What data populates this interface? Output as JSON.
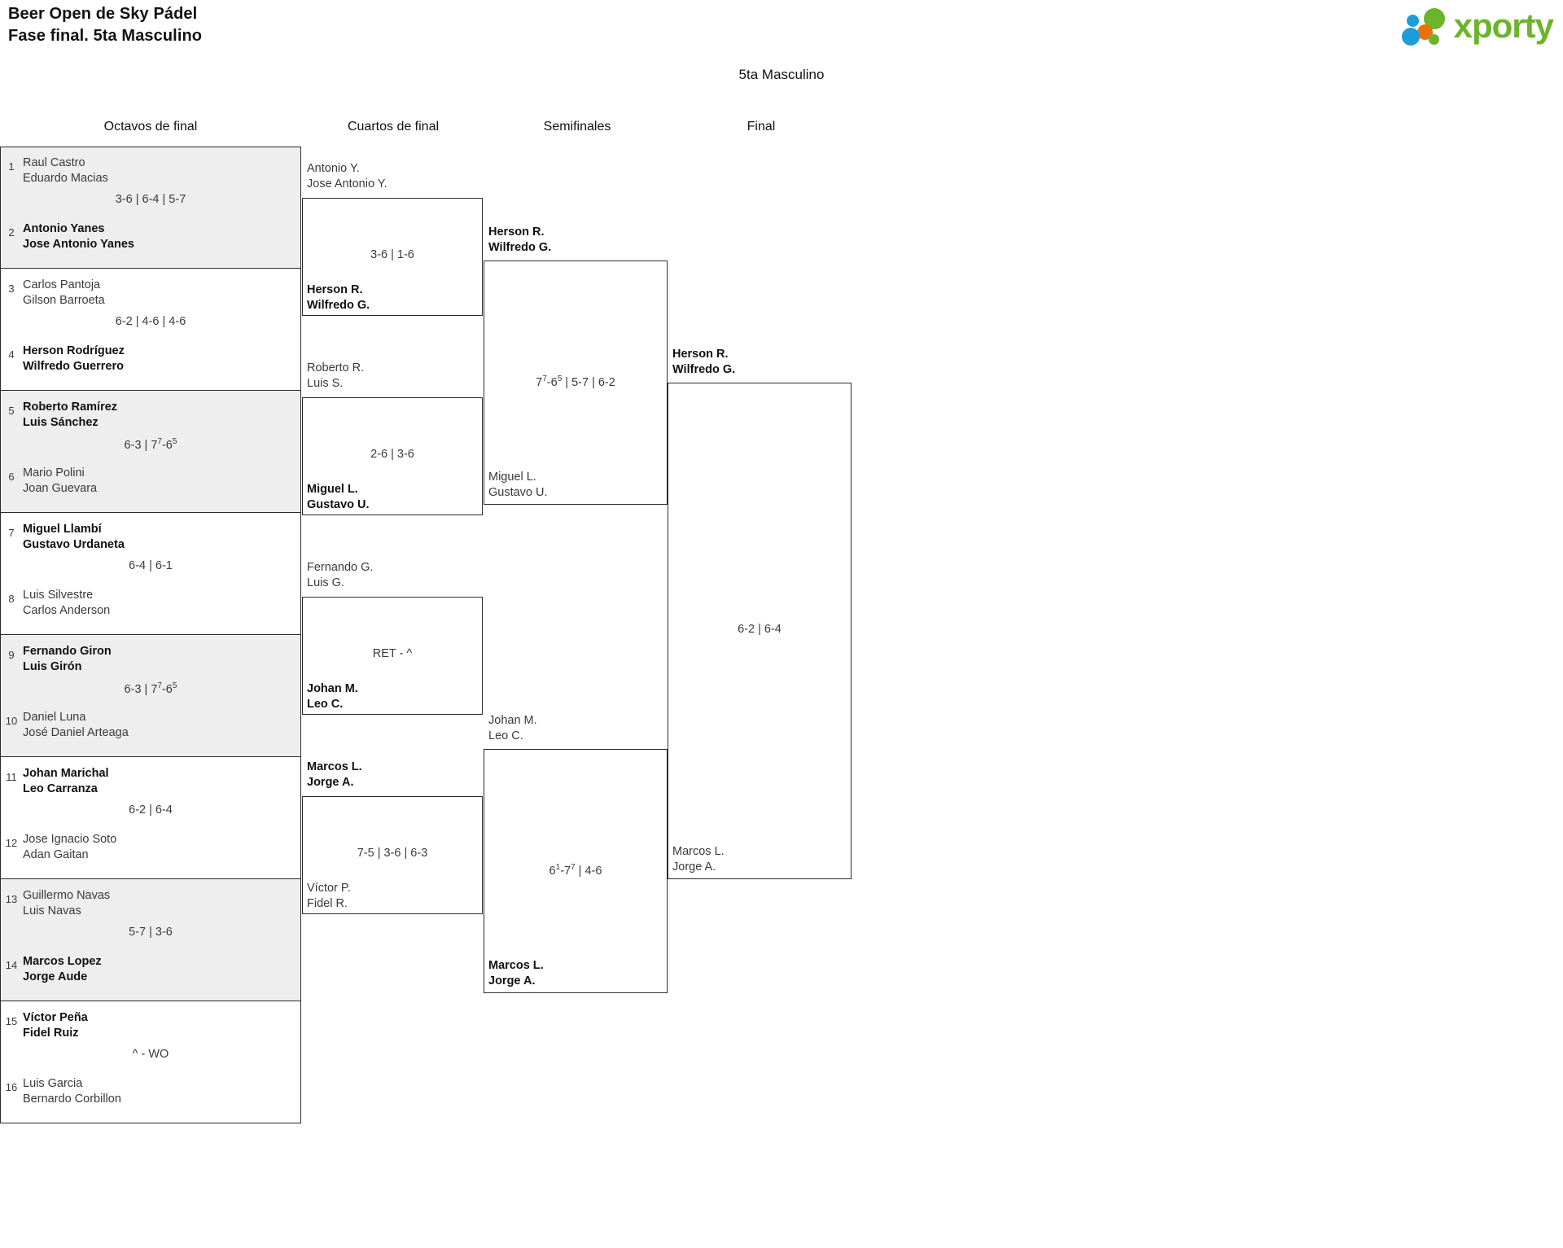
{
  "header": {
    "title_line1": "Beer Open de Sky Pádel",
    "title_line2": "Fase final. 5ta Masculino",
    "logo_word": "xporty",
    "category": "5ta Masculino"
  },
  "rounds": [
    {
      "label": "Octavos de final"
    },
    {
      "label": "Cuartos de final"
    },
    {
      "label": "Semifinales"
    },
    {
      "label": "Final"
    }
  ],
  "r16": [
    {
      "top": {
        "seed": "1",
        "p1": "Raul Castro",
        "p2": "Eduardo Macias",
        "winner": false
      },
      "bottom": {
        "seed": "2",
        "p1": "Antonio Yanes",
        "p2": "Jose Antonio Yanes",
        "winner": true
      },
      "score": "3-6 | 6-4 | 5-7"
    },
    {
      "top": {
        "seed": "3",
        "p1": "Carlos Pantoja",
        "p2": "Gilson Barroeta",
        "winner": false
      },
      "bottom": {
        "seed": "4",
        "p1": "Herson Rodríguez",
        "p2": "Wilfredo Guerrero",
        "winner": true
      },
      "score": "6-2 | 4-6 | 4-6"
    },
    {
      "top": {
        "seed": "5",
        "p1": "Roberto Ramírez",
        "p2": "Luis Sánchez",
        "winner": true
      },
      "bottom": {
        "seed": "6",
        "p1": "Mario Polini",
        "p2": "Joan Guevara",
        "winner": false
      },
      "score": "6-3 | 7<sup>7</sup>-6<sup>5</sup>"
    },
    {
      "top": {
        "seed": "7",
        "p1": "Miguel Llambí",
        "p2": "Gustavo Urdaneta",
        "winner": true
      },
      "bottom": {
        "seed": "8",
        "p1": "Luis Silvestre",
        "p2": "Carlos Anderson",
        "winner": false
      },
      "score": "6-4 | 6-1"
    },
    {
      "top": {
        "seed": "9",
        "p1": "Fernando Giron",
        "p2": "Luis Girón",
        "winner": true
      },
      "bottom": {
        "seed": "10",
        "p1": "Daniel Luna",
        "p2": "José Daniel Arteaga",
        "winner": false
      },
      "score": "6-3 | 7<sup>7</sup>-6<sup>5</sup>"
    },
    {
      "top": {
        "seed": "11",
        "p1": "Johan Marichal",
        "p2": "Leo Carranza",
        "winner": true
      },
      "bottom": {
        "seed": "12",
        "p1": "Jose Ignacio Soto",
        "p2": "Adan Gaitan",
        "winner": false
      },
      "score": "6-2 | 6-4"
    },
    {
      "top": {
        "seed": "13",
        "p1": "Guillermo Navas",
        "p2": "Luis Navas",
        "winner": false
      },
      "bottom": {
        "seed": "14",
        "p1": "Marcos Lopez",
        "p2": "Jorge Aude",
        "winner": true
      },
      "score": "5-7 | 3-6"
    },
    {
      "top": {
        "seed": "15",
        "p1": "Víctor Peña",
        "p2": "Fidel Ruiz",
        "winner": true
      },
      "bottom": {
        "seed": "16",
        "p1": "Luis Garcia",
        "p2": "Bernardo Corbillon",
        "winner": false
      },
      "score": "^ - WO"
    }
  ],
  "quarters": [
    {
      "top": {
        "p1": "Antonio Y.",
        "p2": "Jose Antonio Y.",
        "winner": false
      },
      "bottom": {
        "p1": "Herson R.",
        "p2": "Wilfredo G.",
        "winner": true
      },
      "score": "3-6 | 1-6"
    },
    {
      "top": {
        "p1": "Roberto R.",
        "p2": "Luis S.",
        "winner": false
      },
      "bottom": {
        "p1": "Miguel L.",
        "p2": "Gustavo U.",
        "winner": true
      },
      "score": "2-6 | 3-6"
    },
    {
      "top": {
        "p1": "Fernando G.",
        "p2": "Luis G.",
        "winner": false
      },
      "bottom": {
        "p1": "Johan M.",
        "p2": "Leo C.",
        "winner": true
      },
      "score": "RET - ^"
    },
    {
      "top": {
        "p1": "Marcos L.",
        "p2": "Jorge A.",
        "winner": true
      },
      "bottom": {
        "p1": "Víctor P.",
        "p2": "Fidel R.",
        "winner": false
      },
      "score": "7-5 | 3-6 | 6-3"
    }
  ],
  "semis": [
    {
      "top": {
        "p1": "Herson R.",
        "p2": "Wilfredo G.",
        "winner": true
      },
      "bottom": {
        "p1": "Miguel L.",
        "p2": "Gustavo U.",
        "winner": false
      },
      "score": "7<sup>7</sup>-6<sup>5</sup> | 5-7 | 6-2"
    },
    {
      "top": {
        "p1": "Johan M.",
        "p2": "Leo C.",
        "winner": false
      },
      "bottom": {
        "p1": "Marcos L.",
        "p2": "Jorge A.",
        "winner": true
      },
      "score": "6<sup>1</sup>-7<sup>7</sup> | 4-6"
    }
  ],
  "final": {
    "top": {
      "p1": "Herson R.",
      "p2": "Wilfredo G.",
      "winner": true
    },
    "bottom": {
      "p1": "Marcos L.",
      "p2": "Jorge A.",
      "winner": false
    },
    "score": "6-2 | 6-4"
  }
}
